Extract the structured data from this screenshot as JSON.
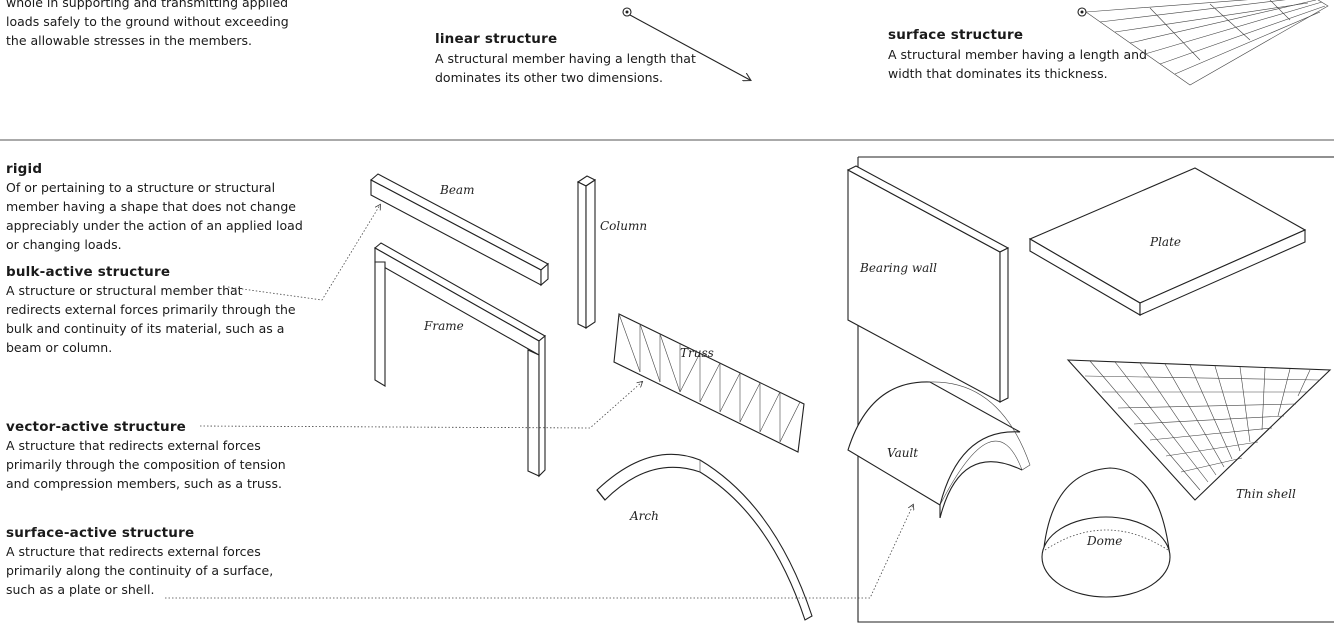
{
  "intro": {
    "line1": "whole in supporting and transmitting applied",
    "line2": "loads safely to the ground without exceeding",
    "line3": "the allowable stresses in the members."
  },
  "linear": {
    "term": "linear structure",
    "line1": "A structural member having a length that",
    "line2": "dominates its other two dimensions."
  },
  "surface": {
    "term": "surface structure",
    "line1": "A structural member having a length and",
    "line2": "width that dominates its thickness."
  },
  "rigid": {
    "term": "rigid",
    "line1": "Of or pertaining to a structure or structural",
    "line2": "member having a shape that does not change",
    "line3": "appreciably under the action of an applied load",
    "line4": "or changing loads."
  },
  "bulk": {
    "term": "bulk-active structure",
    "line1": "A structure or structural member that",
    "line2": "redirects external forces primarily through the",
    "line3": "bulk and continuity of its material, such as a",
    "line4": "beam or column."
  },
  "vector": {
    "term": "vector-active structure",
    "line1": "A structure that redirects external forces",
    "line2": "primarily through the composition of tension",
    "line3": "and compression members, such as a truss."
  },
  "surface_active": {
    "term": "surface-active structure",
    "line1": "A structure that redirects external forces",
    "line2": "primarily along the continuity of a surface,",
    "line3": "such as a plate or shell."
  },
  "labels": {
    "beam": "Beam",
    "column": "Column",
    "frame": "Frame",
    "truss": "Truss",
    "arch": "Arch",
    "bearing_wall": "Bearing wall",
    "plate": "Plate",
    "vault": "Vault",
    "thin_shell": "Thin shell",
    "dome": "Dome"
  }
}
